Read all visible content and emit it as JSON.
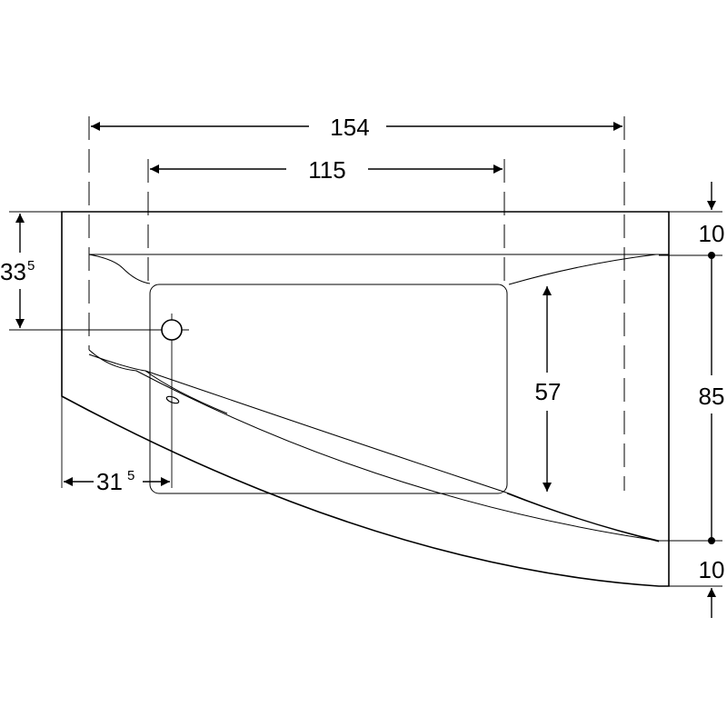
{
  "dimensions": {
    "overall_width": "154",
    "basin_width": "115",
    "drain_offset_vertical": {
      "main": "33",
      "fraction": "5"
    },
    "drain_offset_horizontal": {
      "main": "31",
      "fraction": "5"
    },
    "basin_depth": "57",
    "overall_depth": "85",
    "top_rim": "10",
    "bottom_rim": "10"
  }
}
